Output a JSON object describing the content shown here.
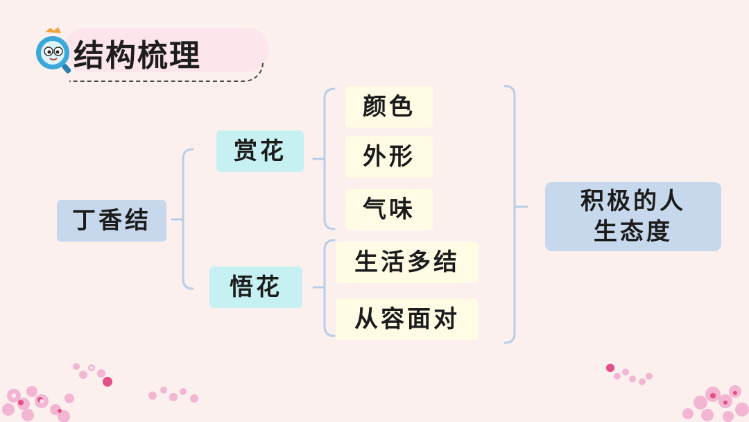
{
  "title": {
    "text": "结构梳理"
  },
  "diagram": {
    "root": "丁香结",
    "branches": [
      {
        "label": "赏花",
        "items": [
          "颜色",
          "外形",
          "气味"
        ]
      },
      {
        "label": "悟花",
        "items": [
          "生活多结",
          "从容面对"
        ]
      }
    ],
    "conclusion": "积极的人生态度"
  },
  "icons": {
    "logo": "magnifier-mascot-icon",
    "decoration": "flower-decoration"
  },
  "colors": {
    "background": "#fbf0ee",
    "root_box": "#c7d8ec",
    "branch_box": "#c6f0f1",
    "item_box": "#fffbe4",
    "bracket": "#b8cde6"
  }
}
